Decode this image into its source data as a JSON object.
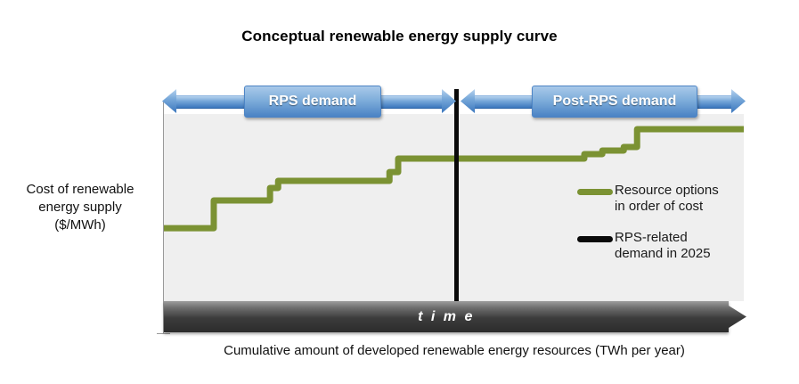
{
  "title": "Conceptual renewable energy supply curve",
  "axes": {
    "ylabel_line1": "Cost of renewable",
    "ylabel_line2": "energy supply",
    "ylabel_line3": "($/MWh)",
    "xlabel": "Cumulative amount of developed renewable energy resources (TWh per year)"
  },
  "bands": [
    {
      "label": "RPS demand",
      "name": "rps-demand"
    },
    {
      "label": "Post-RPS demand",
      "name": "post-rps-demand"
    }
  ],
  "legend": [
    {
      "label_line1": "Resource options",
      "label_line2": "in order of cost",
      "color": "#7b9233",
      "swatch": "green"
    },
    {
      "label_line1": "RPS-related",
      "label_line2": "demand in 2025",
      "color": "#0a0a0a",
      "swatch": "black"
    }
  ],
  "timebar": {
    "label": "t i m e"
  },
  "colors": {
    "supply_curve": "#7b9233",
    "demand_marker": "#0a0a0a",
    "band_arrow": "#4a82c4",
    "plot_background": "#efefef"
  },
  "chart_data": {
    "type": "line",
    "title": "Conceptual renewable energy supply curve",
    "xlabel": "Cumulative amount of developed renewable energy resources (TWh per year)",
    "ylabel": "Cost of renewable energy supply ($/MWh)",
    "subtitle": "",
    "grid": false,
    "legend_position": "center-right",
    "axis_ticks_labeled": false,
    "xlim": [
      0,
      100
    ],
    "ylim": [
      0,
      100
    ],
    "series": [
      {
        "name": "Resource options in order of cost",
        "color": "#7b9233",
        "style": "step",
        "comment": "Monotonic increasing staircase; x in percent of plot width, y in percent of plot height (0 = bottom)",
        "points": [
          {
            "x": 0.0,
            "y": 39.0
          },
          {
            "x": 8.6,
            "y": 39.0
          },
          {
            "x": 8.6,
            "y": 53.8
          },
          {
            "x": 18.3,
            "y": 53.8
          },
          {
            "x": 18.3,
            "y": 60.5
          },
          {
            "x": 19.7,
            "y": 60.5
          },
          {
            "x": 19.7,
            "y": 64.3
          },
          {
            "x": 38.9,
            "y": 64.3
          },
          {
            "x": 38.9,
            "y": 69.0
          },
          {
            "x": 40.4,
            "y": 69.0
          },
          {
            "x": 40.4,
            "y": 76.2
          },
          {
            "x": 72.5,
            "y": 76.2
          },
          {
            "x": 72.5,
            "y": 78.6
          },
          {
            "x": 75.6,
            "y": 78.6
          },
          {
            "x": 75.6,
            "y": 80.5
          },
          {
            "x": 79.3,
            "y": 80.5
          },
          {
            "x": 79.3,
            "y": 82.4
          },
          {
            "x": 81.6,
            "y": 82.4
          },
          {
            "x": 81.6,
            "y": 91.9
          },
          {
            "x": 100.0,
            "y": 91.9
          }
        ]
      },
      {
        "name": "RPS-related demand in 2025",
        "color": "#0a0a0a",
        "style": "vertical-line",
        "x": 50.4
      }
    ],
    "annotations": [
      {
        "text": "RPS demand",
        "region": "x from 0 to 50.4",
        "style": "double-headed arrow with label box"
      },
      {
        "text": "Post-RPS demand",
        "region": "x from 50.4 to 100",
        "style": "double-headed arrow with label box"
      },
      {
        "text": "t i m e",
        "region": "full width below plot",
        "style": "right-pointing gradient arrow bar"
      }
    ]
  }
}
